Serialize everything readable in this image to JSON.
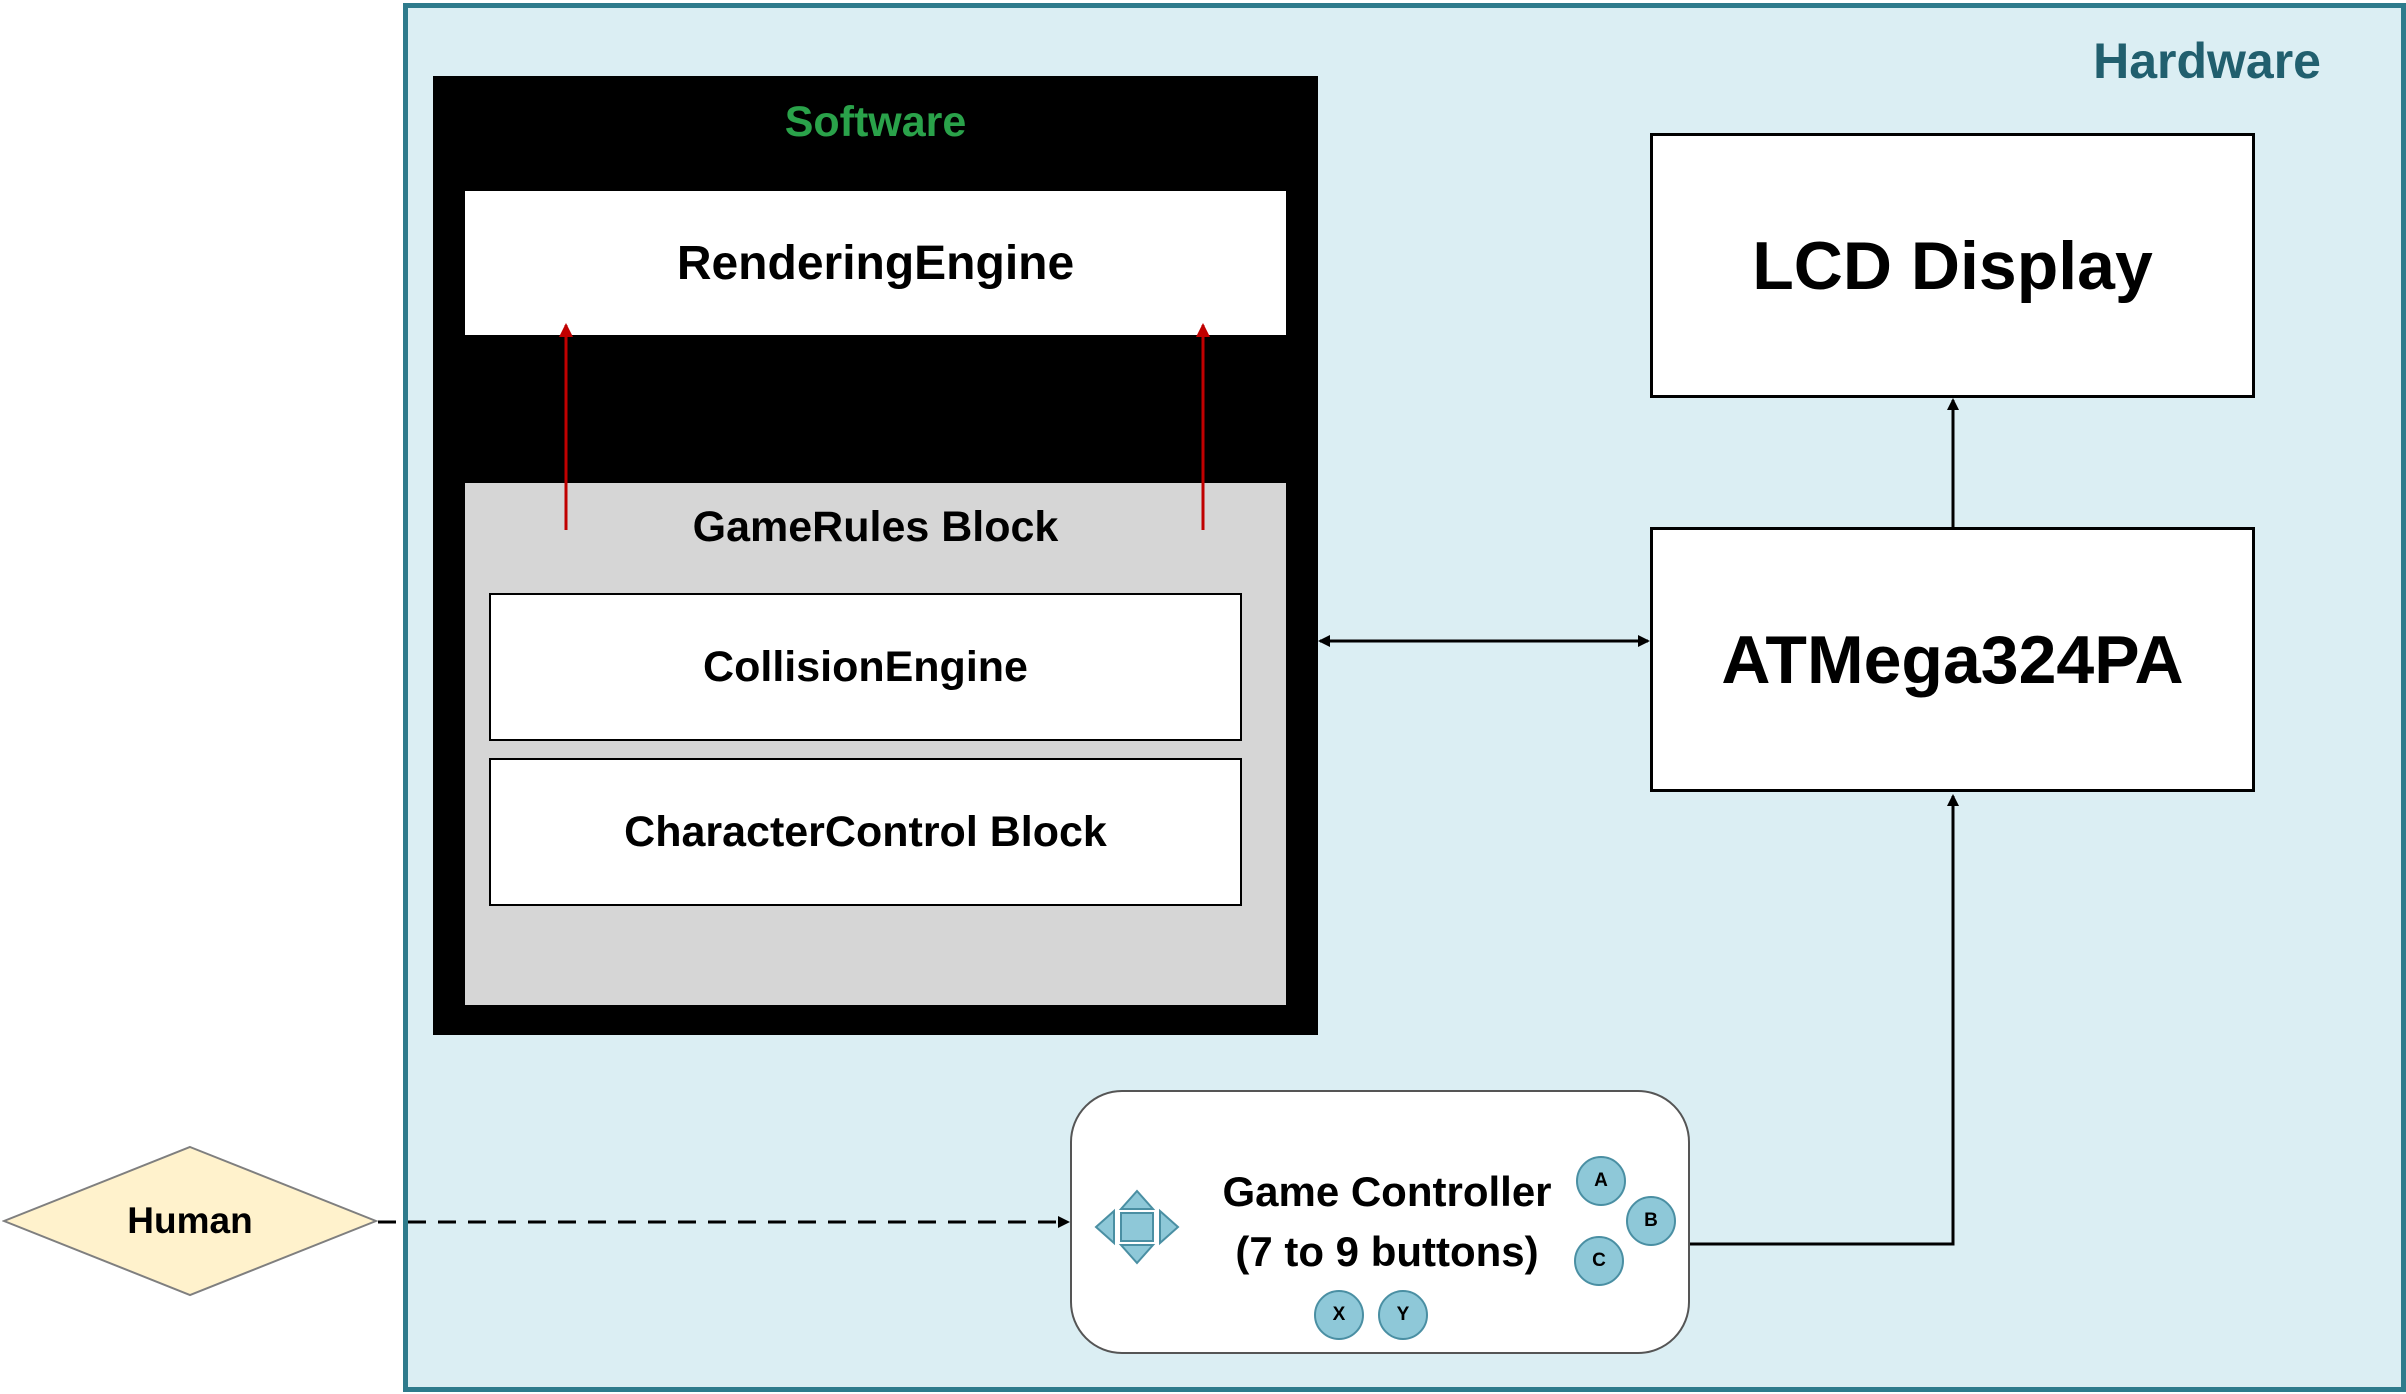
{
  "hardware": {
    "title": "Hardware"
  },
  "software": {
    "title": "Software",
    "rendering_engine": "RenderingEngine",
    "game_rules": {
      "title": "GameRules Block",
      "collision_engine": "CollisionEngine",
      "character_control": "CharacterControl Block"
    }
  },
  "lcd": {
    "label": "LCD Display"
  },
  "mcu": {
    "label": "ATMega324PA"
  },
  "controller": {
    "line1": "Game Controller",
    "line2": "(7 to 9 buttons)",
    "buttons": {
      "a": "A",
      "b": "B",
      "c": "C",
      "x": "X",
      "y": "Y"
    }
  },
  "human": {
    "label": "Human"
  },
  "colors": {
    "hardware_fill": "#dbeef3",
    "hardware_border": "#2e7b8c",
    "software_title": "#2aa24a",
    "red_arrow": "#c00000",
    "human_fill": "#fff2cc",
    "button_fill": "#8ec8d8"
  }
}
